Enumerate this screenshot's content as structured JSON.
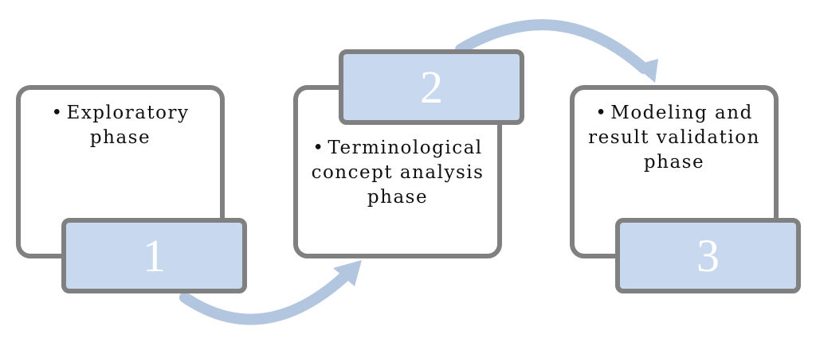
{
  "colors": {
    "card_border": "#808080",
    "card_fill": "#ffffff",
    "tab_fill": "#c8d8ef",
    "tab_number": "#ffffff",
    "arrow": "#b3c6e0",
    "text": "#111111"
  },
  "icons": {
    "arrow_1_to_2": "curved-arrow-up-right-icon",
    "arrow_2_to_3": "curved-arrow-down-right-icon"
  },
  "phases": [
    {
      "number": "1",
      "text": "Exploratory phase"
    },
    {
      "number": "2",
      "text": "Terminological concept analysis phase"
    },
    {
      "number": "3",
      "text": "Modeling and result validation phase"
    }
  ]
}
